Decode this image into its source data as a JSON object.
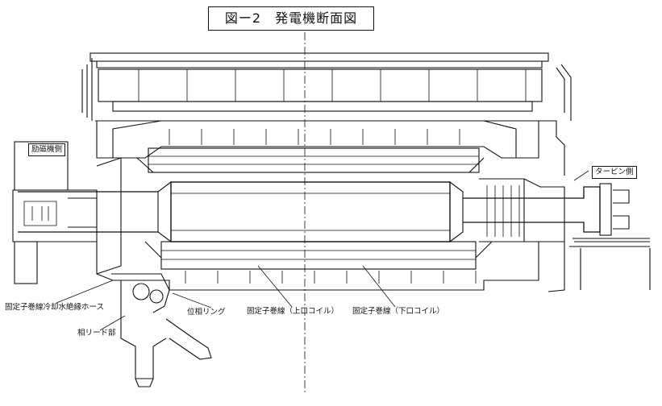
{
  "figure": {
    "title": "図ー2　発電機断面図"
  },
  "labels": {
    "exciter_side": "励磁機側",
    "turbine_side": "タービン側",
    "stator_hose": "固定子巻線冷却水絶縁ホース",
    "phase_ring": "位相リング",
    "upper_coil": "固定子巻線（上口コイル）",
    "lower_coil": "固定子巻線（下口コイル）",
    "phase_lead": "相リード部"
  },
  "colors": {
    "ink": "#111111",
    "paper": "#ffffff"
  }
}
